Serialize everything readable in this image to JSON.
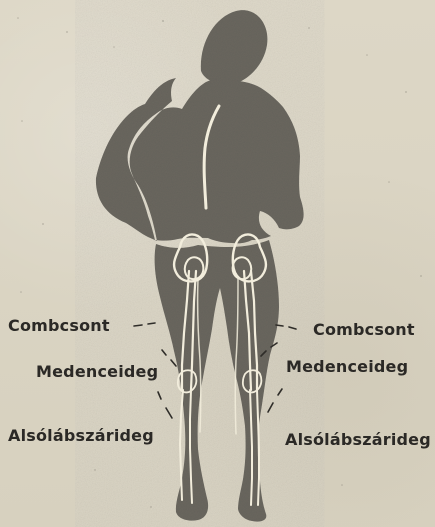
{
  "labels": {
    "left_femur": "Combcsont",
    "right_femur": "Combcsont",
    "left_sciatic_nerve": "Medenceideg",
    "right_sciatic_nerve": "Medenceideg",
    "left_tibial_nerve": "Alsólábszárideg",
    "right_tibial_nerve": "Alsólábszárideg"
  }
}
